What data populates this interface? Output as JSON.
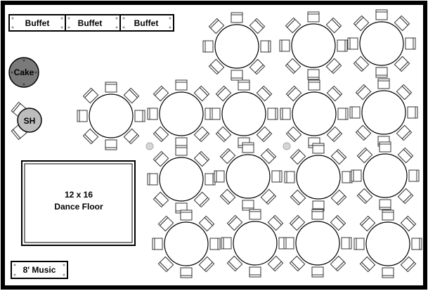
{
  "buffets": [
    {
      "label": "Buffet"
    },
    {
      "label": "Buffet"
    },
    {
      "label": "Buffet"
    }
  ],
  "cake": {
    "label": "Cake",
    "color": "#7a7a7a"
  },
  "sweetheart": {
    "label": "SH",
    "color": "#bdbdbd"
  },
  "dance_floor": {
    "line1": "12 x 16",
    "line2": "Dance Floor"
  },
  "music": {
    "label": "8' Music"
  },
  "colors": {
    "border": "#000000",
    "background": "#ffffff",
    "chair_fill": "#ffffff",
    "chair_stroke": "#333333",
    "pole": "#d6d6d6"
  },
  "table_rows": [
    {
      "count": 3
    },
    {
      "count": 5
    },
    {
      "count": 4
    },
    {
      "count": 4
    }
  ],
  "chairs_per_table": 8
}
